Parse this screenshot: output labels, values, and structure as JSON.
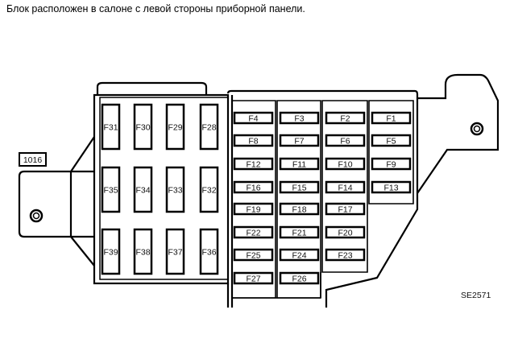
{
  "title": "Блок расположен в салоне с левой стороны приборной панели.",
  "connector_label": "1016",
  "figure_code": "SE2571",
  "left_fuses": [
    [
      "F31",
      "F30",
      "F29",
      "F28"
    ],
    [
      "F35",
      "F34",
      "F33",
      "F32"
    ],
    [
      "F39",
      "F38",
      "F37",
      "F36"
    ]
  ],
  "right_fuses": [
    [
      "F4",
      "F3",
      "F2",
      "F1"
    ],
    [
      "F8",
      "F7",
      "F6",
      "F5"
    ],
    [
      "F12",
      "F11",
      "F10",
      "F9"
    ],
    [
      "F16",
      "F15",
      "F14",
      "F13"
    ],
    [
      "F19",
      "F18",
      "F17"
    ],
    [
      "F22",
      "F21",
      "F20"
    ],
    [
      "F25",
      "F24",
      "F23"
    ],
    [
      "F27",
      "F26"
    ]
  ]
}
